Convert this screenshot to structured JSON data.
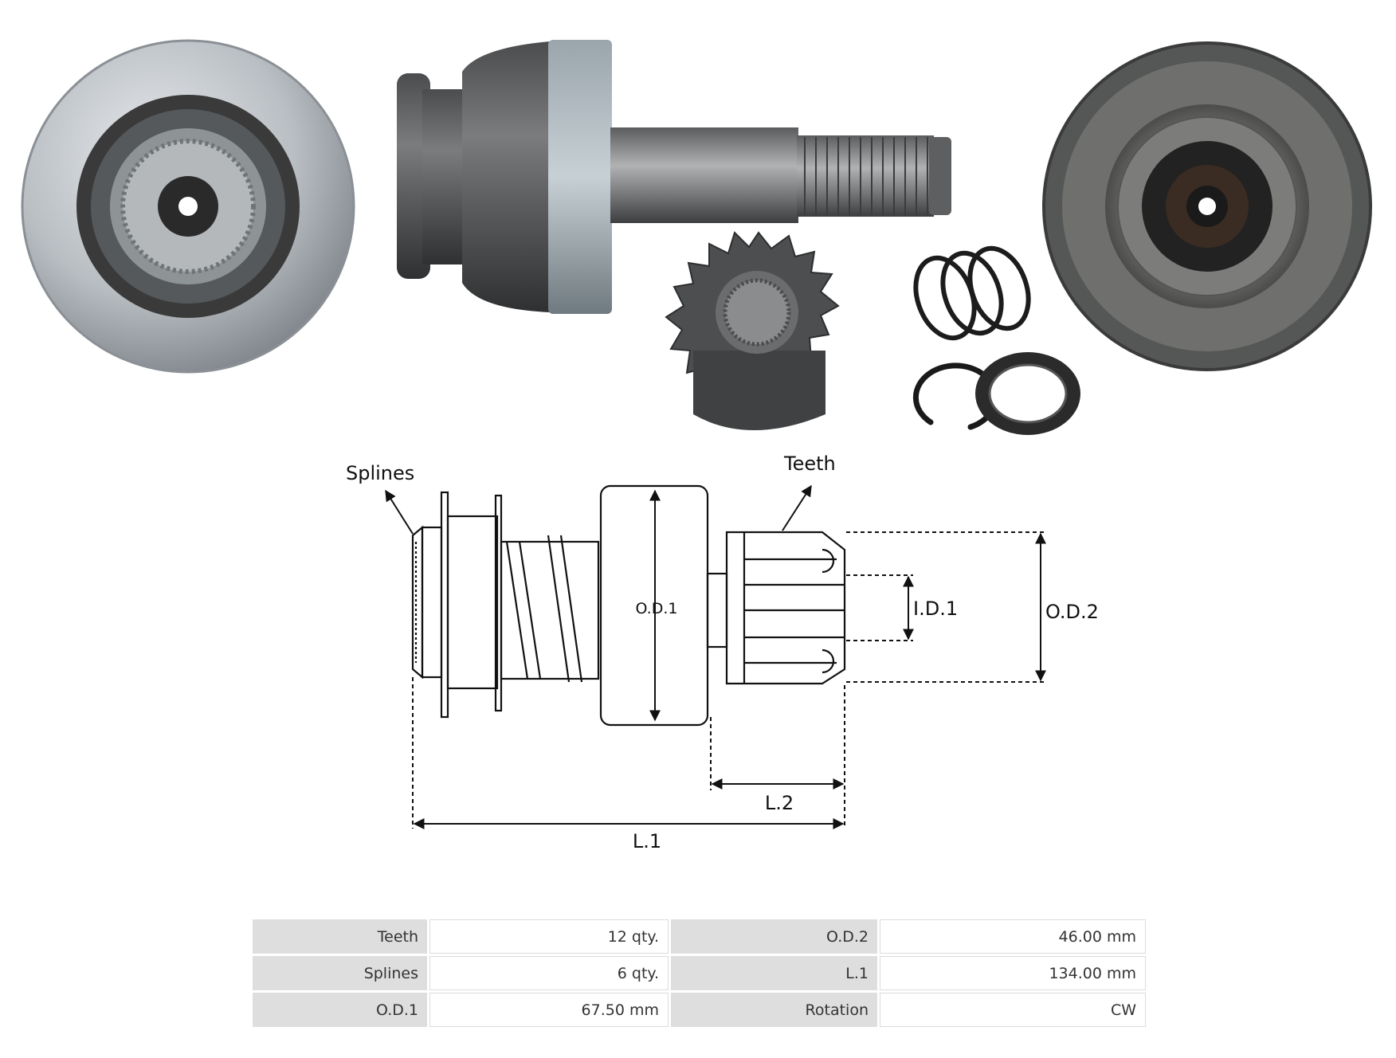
{
  "diagram": {
    "callouts": {
      "splines": "Splines",
      "teeth": "Teeth"
    },
    "dimensions": {
      "od1": "O.D.1",
      "od2": "O.D.2",
      "id1": "I.D.1",
      "l1": "L.1",
      "l2": "L.2"
    }
  },
  "specs": {
    "rows": [
      {
        "k1": "Teeth",
        "v1": "12 qty.",
        "k2": "O.D.2",
        "v2": "46.00 mm"
      },
      {
        "k1": "Splines",
        "v1": "6 qty.",
        "k2": "L.1",
        "v2": "134.00 mm"
      },
      {
        "k1": "O.D.1",
        "v1": "67.50 mm",
        "k2": "Rotation",
        "v2": "CW"
      }
    ]
  }
}
